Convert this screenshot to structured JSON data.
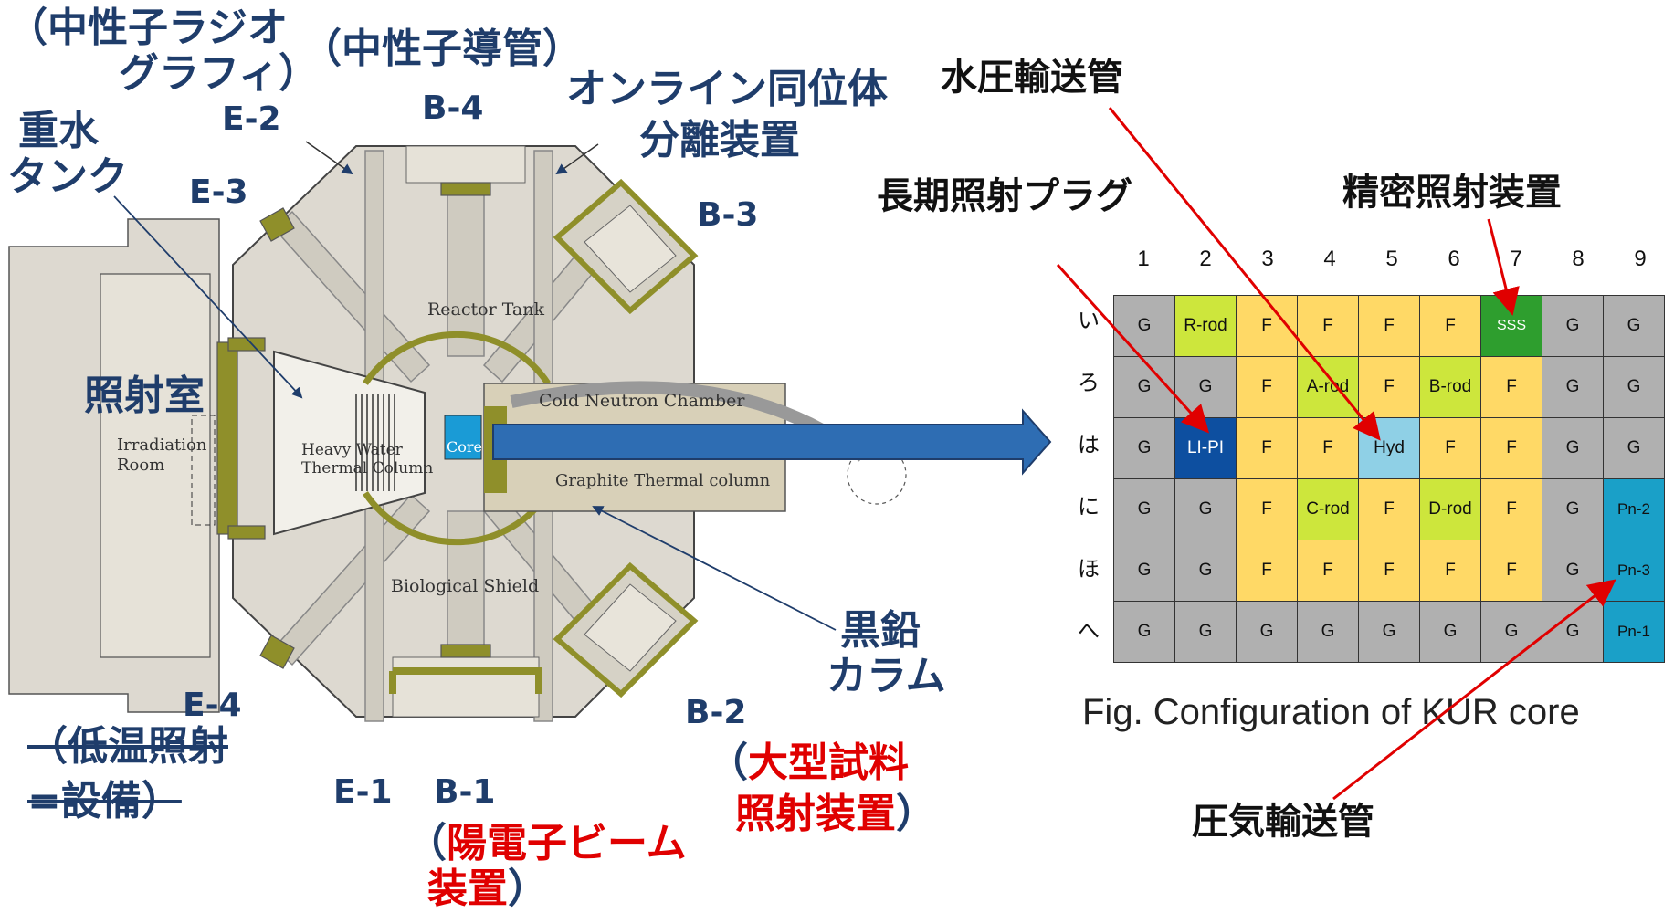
{
  "reactor": {
    "labels": {
      "reactor_tank": "Reactor Tank",
      "cold_neutron_chamber": "Cold Neutron Chamber",
      "heavy_water_line1": "Heavy Water",
      "heavy_water_line2": "Thermal Column",
      "core": "Core",
      "graphite": "Graphite Thermal column",
      "biological_shield": "Biological Shield",
      "irradiation_line1": "Irradiation",
      "irradiation_line2": "Room"
    }
  },
  "annotations": {
    "neutron_radiography_1": "（中性子ラジオ",
    "neutron_radiography_2": "グラフィ）",
    "neutron_guide": "（中性子導管）",
    "online_isotope_1": "オンライン同位体",
    "online_isotope_2": "分離装置",
    "heavy_water_tank_1": "重水",
    "heavy_water_tank_2": "タンク",
    "irradiation_room": "照射室",
    "graphite_column_1": "黒鉛",
    "graphite_column_2": "カラム",
    "low_temp_1": "（低温照射",
    "low_temp_2": "=設備）",
    "large_sample_1_open": "（",
    "large_sample_1": "大型試料",
    "large_sample_2": "照射装置",
    "large_sample_2_close": "）",
    "positron_1_open": "（",
    "positron_1": "陽電子ビーム",
    "positron_2": "装置",
    "positron_2_close": "）",
    "hydraulic_tube": "水圧輸送管",
    "long_term_plug": "長期照射プラグ",
    "precision_device": "精密照射装置",
    "pneumatic_tube": "圧気輸送管"
  },
  "ports": {
    "E2": "E-2",
    "E3": "E-3",
    "E4": "E-4",
    "E1": "E-1",
    "B1": "B-1",
    "B2": "B-2",
    "B3": "B-3",
    "B4": "B-4"
  },
  "core_grid": {
    "columns": [
      "1",
      "2",
      "3",
      "4",
      "5",
      "6",
      "7",
      "8",
      "9"
    ],
    "rows": [
      "い",
      "ろ",
      "は",
      "に",
      "ほ",
      "へ"
    ],
    "cells": [
      [
        "G",
        "R-rod",
        "F",
        "F",
        "F",
        "F",
        "SSS",
        "G",
        "G"
      ],
      [
        "G",
        "G",
        "F",
        "A-rod",
        "F",
        "B-rod",
        "F",
        "G",
        "G"
      ],
      [
        "G",
        "LI-PI",
        "F",
        "F",
        "Hyd",
        "F",
        "F",
        "G",
        "G"
      ],
      [
        "G",
        "G",
        "F",
        "C-rod",
        "F",
        "D-rod",
        "F",
        "G",
        "Pn-2"
      ],
      [
        "G",
        "G",
        "F",
        "F",
        "F",
        "F",
        "F",
        "G",
        "Pn-3"
      ],
      [
        "G",
        "G",
        "G",
        "G",
        "G",
        "G",
        "G",
        "G",
        "Pn-1"
      ]
    ],
    "cell_colors": {
      "G": "#b0b0b0",
      "F": "#ffd966",
      "rod": "#cde63c",
      "SSS": "#2e9e2e",
      "LI-PI": "#0d4fa0",
      "Hyd": "#8fd0e6",
      "Pn": "#1aa0c8"
    },
    "caption": "Fig. Configuration of KUR core"
  }
}
